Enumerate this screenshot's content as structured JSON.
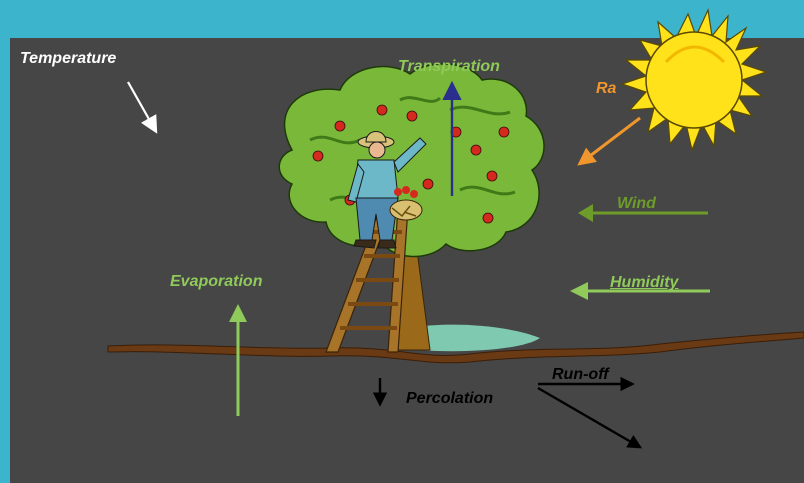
{
  "colors": {
    "background": "#3cb4cc",
    "panel": "#464646",
    "green_label": "#8fca5a",
    "olive_label": "#6e9c2a",
    "orange_label": "#f0962c",
    "blue_arrow": "#2a2e8c",
    "ground": "#6a3a14",
    "sun": "#ffe21a"
  },
  "labels": {
    "temperature": "Temperature",
    "transpiration": "Transpiration",
    "radiation": "Ra",
    "wind": "Wind",
    "humidity": "Humidity",
    "evaporation": "Evaporation",
    "percolation": "Percolation",
    "runoff": "Run-off"
  },
  "icons": [
    "sun-icon",
    "apple-tree-icon",
    "farmer-icon",
    "ladder-icon",
    "basket-icon"
  ]
}
